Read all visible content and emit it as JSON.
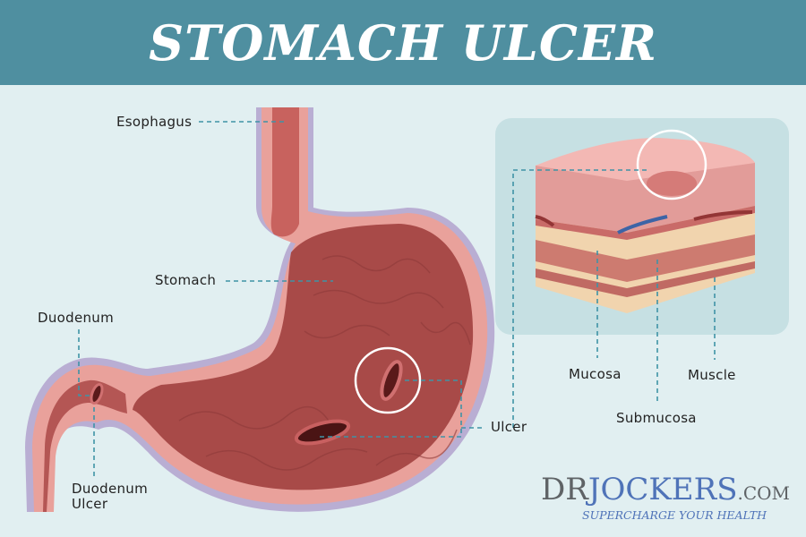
{
  "title": "STOMACH ULCER",
  "labels": {
    "esophagus": "Esophagus",
    "stomach": "Stomach",
    "duodenum": "Duodenum",
    "duodenum_ulcer_line1": "Duodenum",
    "duodenum_ulcer_line2": "Ulcer",
    "ulcer": "Ulcer",
    "mucosa": "Mucosa",
    "submucosa": "Submucosa",
    "muscle": "Muscle"
  },
  "logo": {
    "dr": "DR",
    "jockers": "JOCKERS",
    "com": ".COM",
    "tagline": "SUPERCHARGE YOUR HEALTH"
  },
  "colors": {
    "header": "#4f8fa0",
    "background": "#e1eff1",
    "leader_lines": "#3f93a6",
    "stomach_inner": "#a84a48",
    "stomach_wall": "#e9a19b",
    "logo_blue": "#4f73b8"
  }
}
